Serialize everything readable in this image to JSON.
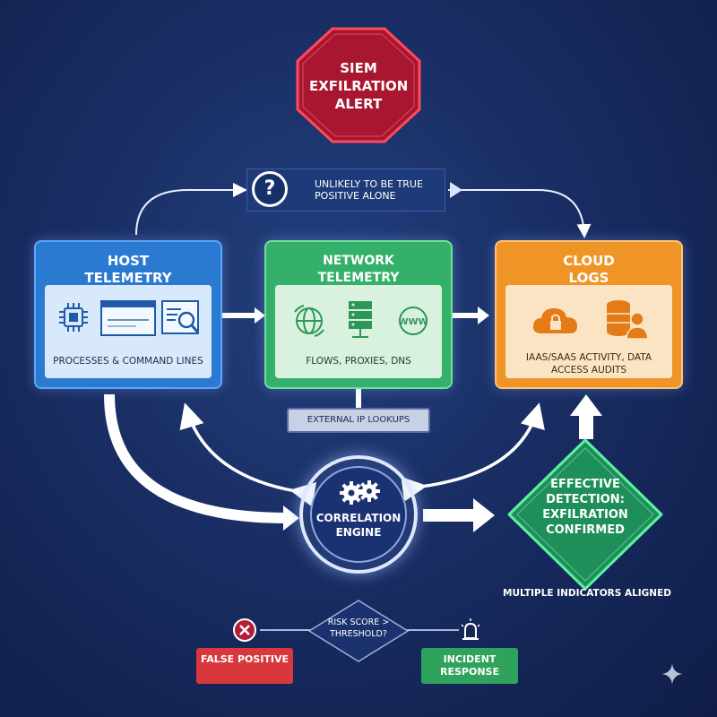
{
  "alert": {
    "title": "SIEM EXFILRATION ALERT"
  },
  "question": {
    "symbol": "?",
    "text": "UNLIKELY TO BE TRUE POSITIVE ALONE"
  },
  "host": {
    "title": "HOST TELEMETRY",
    "subtitle": "PROCESSES & COMMAND LINES",
    "icons": [
      "cpu-chip-icon",
      "terminal-window-icon",
      "log-search-icon"
    ]
  },
  "network": {
    "title": "NETWORK TELEMETRY",
    "subtitle": "FLOWS, PROXIES, DNS",
    "icons": [
      "globe-icon",
      "server-icon",
      "www-icon"
    ]
  },
  "cloud": {
    "title": "CLOUD LOGS",
    "subtitle": "IAAS/SAAS ACTIVITY, DATA ACCESS AUDITS",
    "icons": [
      "cloud-lock-icon",
      "database-user-icon"
    ]
  },
  "external": {
    "label": "EXTERNAL IP LOOKUPS"
  },
  "engine": {
    "title": "CORRELATION ENGINE"
  },
  "detection": {
    "title": "EFFECTIVE DETECTION: EXFILRATION CONFIRMED",
    "caption": "MULTIPLE INDICATORS ALIGNED"
  },
  "decision": {
    "question": "RISK SCORE > THRESHOLD?"
  },
  "outcomes": {
    "false_positive": "FALSE POSITIVE",
    "incident_response": "INCIDENT RESPONSE"
  },
  "colors": {
    "red": "#c8263f",
    "blue": "#2f7fd6",
    "green": "#36b36a",
    "orange": "#f09a2e",
    "navy": "#1a2f66"
  }
}
